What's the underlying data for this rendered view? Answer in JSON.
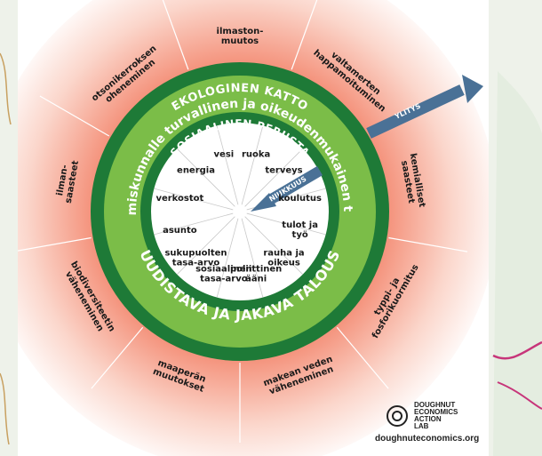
{
  "diagram": {
    "outer_ring_title": "EKOLOGINEN KATTO",
    "inner_ring_title": "SOSIAALINEN PERUSTA",
    "middle_band_text": "ihmiskunnalle turvallinen ja oikeudenmukainen tila",
    "bottom_band_text": "UUDISTAVA JA JAKAVA TALOUS",
    "overshoot_label": "YLITYS",
    "shortfall_label": "NIUKKUUS",
    "ecological_ceiling": [
      {
        "line1": "ilmaston-",
        "line2": "muutos"
      },
      {
        "line1": "valtamerten",
        "line2": "happamoituminen"
      },
      {
        "line1": "kemialliset",
        "line2": "saasteet"
      },
      {
        "line1": "typpi- ja",
        "line2": "fosforikuormitus"
      },
      {
        "line1": "makean veden",
        "line2": "väheneminen"
      },
      {
        "line1": "maaperän",
        "line2": "muutokset"
      },
      {
        "line1": "biodiversiteetin",
        "line2": "väheneminen"
      },
      {
        "line1": "ilman-",
        "line2": "saasteet"
      },
      {
        "line1": "otsonikerroksen",
        "line2": "oheneminen"
      }
    ],
    "social_foundation": [
      {
        "line1": "vesi",
        "line2": ""
      },
      {
        "line1": "ruoka",
        "line2": ""
      },
      {
        "line1": "terveys",
        "line2": ""
      },
      {
        "line1": "koulutus",
        "line2": ""
      },
      {
        "line1": "tulot ja",
        "line2": "työ"
      },
      {
        "line1": "rauha ja",
        "line2": "oikeus"
      },
      {
        "line1": "poliittinen",
        "line2": "ääni"
      },
      {
        "line1": "sosiaalinen",
        "line2": "tasa-arvo"
      },
      {
        "line1": "sukupuolten",
        "line2": "tasa-arvo"
      },
      {
        "line1": "asunto",
        "line2": ""
      },
      {
        "line1": "verkostot",
        "line2": ""
      },
      {
        "line1": "energia",
        "line2": ""
      }
    ]
  },
  "logo": {
    "line1": "DOUGHNUT",
    "line2": "ECONOMICS",
    "line3": "ACTION",
    "line4": "LAB"
  },
  "website": "doughnuteconomics.org",
  "colors": {
    "dark_green": "#1e7a37",
    "light_green": "#7bbd48",
    "medium_green": "#5ea83a",
    "overshoot_pink": "#f28b72",
    "arrow_blue": "#4a7196",
    "center_white": "#ffffff"
  }
}
